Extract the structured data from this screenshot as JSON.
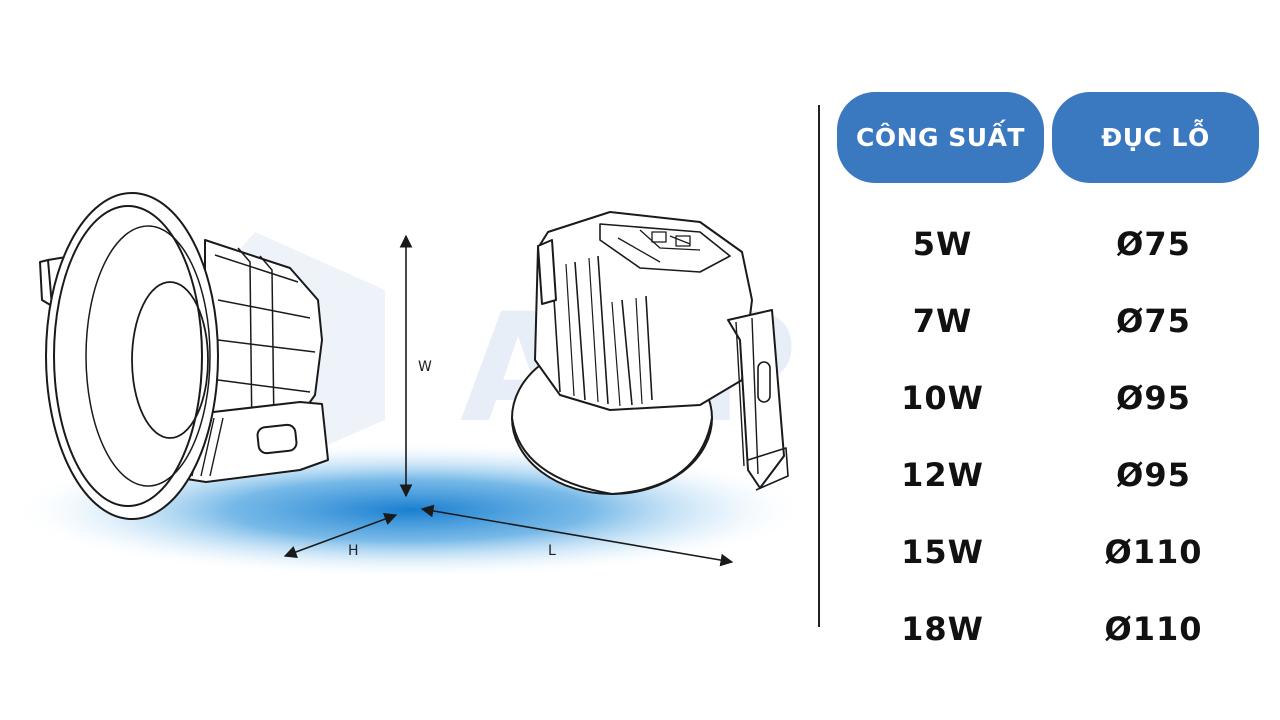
{
  "watermark": {
    "text": "ALPHA"
  },
  "dimensions": {
    "w_label": "W",
    "h_label": "H",
    "l_label": "L"
  },
  "table": {
    "header_power": "CÔNG SUẤT",
    "header_hole": "ĐỤC LỖ",
    "rows": [
      {
        "power": "5W",
        "hole": "Ø75"
      },
      {
        "power": "7W",
        "hole": "Ø75"
      },
      {
        "power": "10W",
        "hole": "Ø95"
      },
      {
        "power": "12W",
        "hole": "Ø95"
      },
      {
        "power": "15W",
        "hole": "Ø110"
      },
      {
        "power": "18W",
        "hole": "Ø110"
      }
    ]
  },
  "colors": {
    "pill": "#3a78c0",
    "glow": "#1a7fd0",
    "line": "#1a1a1a"
  }
}
